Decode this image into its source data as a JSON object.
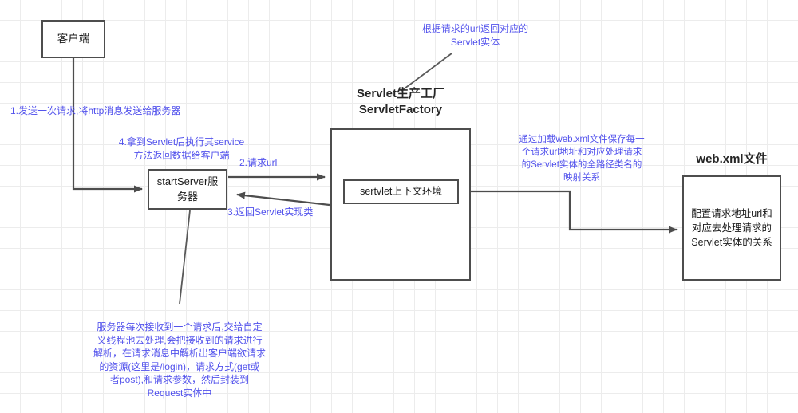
{
  "diagram": {
    "title": "Servlet request handling flow",
    "accent_note_color": "#5151ec",
    "node_border_color": "#4d4d4d",
    "background_color": "#ffffff",
    "grid_color": "#ececec"
  },
  "nodes": {
    "client": {
      "label": "客户端"
    },
    "server": {
      "label": "startServer服务器"
    },
    "factory": {
      "label": ""
    },
    "context": {
      "label": "sertvlet上下文环境"
    },
    "webxml": {
      "label": "配置请求地址url和对应去处理请求的Servlet实体的关系"
    }
  },
  "titles": {
    "factory": "Servlet生产工厂\nServletFactory",
    "webxml": "web.xml文件"
  },
  "notes": {
    "top": "根据请求的url返回对应的\nServlet实体",
    "step1": "1.发送一次请求,将http消息发送给服务器",
    "step4": "4.拿到Servlet后执行其service\n方法返回数据给客户端",
    "step2": "2.请求url",
    "step3": "3.返回Servlet实现类",
    "webxml_mapping": "通过加载web.xml文件保存每一\n个请求url地址和对应处理请求\n的Servlet实体的全路径类名的\n映射关系",
    "bottom": "服务器每次接收到一个请求后,交给自定\n义线程池去处理,会把接收到的请求进行\n解析，在请求消息中解析出客户端欲请求\n的资源(这里是/login)，请求方式(get或\n者post),和请求参数，然后封装到\nRequest实体中"
  }
}
